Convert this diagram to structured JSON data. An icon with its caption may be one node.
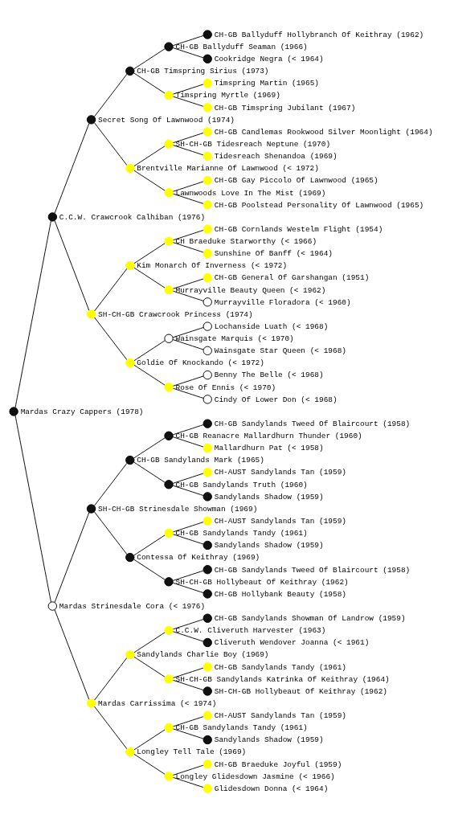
{
  "diagram": {
    "nodes": [
      {
        "text": [],
        "shape": "circle",
        "beside": [
          "CH-GB Ballyduff Hollybranch Of Keithray (1962)"
        ]
      },
      {
        "text": [],
        "shape": "circle",
        "beside": [
          "CH-GB Ballyduff Seaman (1966)"
        ]
      },
      {
        "text": [],
        "shape": "circle",
        "beside": [
          "Cookridge Negra (< 1964)"
        ]
      },
      {
        "text": [],
        "shape": "circle",
        "beside": [
          "CH-GB Timspring Sirius (1973)"
        ]
      },
      {
        "text": [],
        "shape": "circle",
        "beside": [
          "Timspring Martin (1965)"
        ]
      },
      {
        "text": [],
        "shape": "circle",
        "beside": [
          "Timspring Myrtle (1969)"
        ]
      },
      {
        "text": [],
        "shape": "circle",
        "beside": [
          "CH-GB Timspring Jubilant (1967)"
        ]
      },
      {
        "text": [],
        "shape": "circle",
        "beside": [
          "Secret Song Of Lawnwood (1974)"
        ]
      },
      {
        "text": [],
        "shape": "circle",
        "beside": [
          "CH-GB Candlemas Rookwood Silver Moonlight (1964)"
        ]
      },
      {
        "text": [],
        "shape": "circle",
        "beside": [
          "SH-CH-GB Tidesreach Neptune (1970)"
        ]
      },
      {
        "text": [],
        "shape": "circle",
        "beside": [
          "Tidesreach Shenandoa (1969)"
        ]
      },
      {
        "text": [],
        "shape": "circle",
        "beside": [
          "Brentville Marianne Of Lawnwood (< 1972)"
        ]
      },
      {
        "text": [],
        "shape": "circle",
        "beside": [
          "CH-GB Gay Piccolo Of Lawnwood (1965)"
        ]
      },
      {
        "text": [],
        "shape": "circle",
        "beside": [
          "Lawnwoods Love In The Mist (1969)"
        ]
      },
      {
        "text": [],
        "shape": "circle",
        "beside": [
          "CH-GB Poolstead Personality Of Lawnwood (1965)"
        ]
      },
      {
        "text": [],
        "shape": "circle",
        "beside": [
          "C.C.W. Crawcrook Calhiban (1976)"
        ]
      },
      {
        "text": [],
        "shape": "circle",
        "beside": [
          "CH-GB Cornlands Westelm Flight (1954)"
        ]
      },
      {
        "text": [],
        "shape": "circle",
        "beside": [
          "CH Braeduke Starworthy (< 1966)"
        ]
      },
      {
        "text": [],
        "shape": "circle",
        "beside": [
          "Sunshine Of Banff (< 1964)"
        ]
      },
      {
        "text": [],
        "shape": "circle",
        "beside": [
          "Kim Monarch Of Inverness (< 1972)"
        ]
      },
      {
        "text": [],
        "shape": "circle",
        "beside": [
          "CH-GB General Of Garshangan (1951)"
        ]
      },
      {
        "text": [],
        "shape": "circle",
        "beside": [
          "Murrayville Beauty Queen (< 1962)"
        ]
      },
      {
        "text": [],
        "shape": "circle",
        "beside": [
          "Murrayville Floradora (< 1960)"
        ]
      },
      {
        "text": [],
        "shape": "circle",
        "beside": [
          "SH-CH-GB Crawcrook Princess (1974)"
        ]
      },
      {
        "text": [],
        "shape": "circle",
        "beside": [
          "Lochanside Luath (< 1968)"
        ]
      },
      {
        "text": [],
        "shape": "circle",
        "beside": [
          "Wainsgate Marquis (< 1970)"
        ]
      },
      {
        "text": [],
        "shape": "circle",
        "beside": [
          "Wainsgate Star Queen (< 1968)"
        ]
      },
      {
        "text": [],
        "shape": "circle",
        "beside": [
          "Goldie Of Knockando (< 1972)"
        ]
      },
      {
        "text": [],
        "shape": "circle",
        "beside": [
          "Benny The Belle (< 1968)"
        ]
      },
      {
        "text": [],
        "shape": "circle",
        "beside": [
          "Rose Of Ennis (< 1970)"
        ]
      },
      {
        "text": [],
        "shape": "circle",
        "beside": [
          "Cindy Of Lower Don (< 1968)"
        ]
      },
      {
        "text": [],
        "shape": "circle",
        "beside": [
          "Mardas Crazy Cappers (1978)"
        ]
      },
      {
        "text": [],
        "shape": "circle",
        "beside": [
          "CH-GB Sandylands Tweed Of Blaircourt (1958)"
        ]
      },
      {
        "text": [],
        "shape": "circle",
        "beside": [
          "CH-GB Reanacre Mallardhurn Thunder (1960)"
        ]
      },
      {
        "text": [],
        "shape": "circle",
        "beside": [
          "Mallardhurn Pat (< 1958)"
        ]
      },
      {
        "text": [],
        "shape": "circle",
        "beside": [
          "CH-GB Sandylands Mark (1965)"
        ]
      },
      {
        "text": [],
        "shape": "circle",
        "beside": [
          "CH-AUST Sandylands Tan (1959)"
        ]
      },
      {
        "text": [],
        "shape": "circle",
        "beside": [
          "CH-GB Sandylands Truth (1960)"
        ]
      },
      {
        "text": [],
        "shape": "circle",
        "beside": [
          "Sandylands Shadow (1959)"
        ]
      },
      {
        "text": [],
        "shape": "circle",
        "beside": [
          "SH-CH-GB Strinesdale Showman (1969)"
        ]
      },
      {
        "text": [],
        "shape": "circle",
        "beside": [
          "CH-AUST Sandylands Tan (1959)"
        ]
      },
      {
        "text": [],
        "shape": "circle",
        "beside": [
          "CH-GB Sandylands Tandy (1961)"
        ]
      },
      {
        "text": [],
        "shape": "circle",
        "beside": [
          "Sandylands Shadow (1959)"
        ]
      },
      {
        "text": [],
        "shape": "circle",
        "beside": [
          "Contessa Of Keithray (1969)"
        ]
      },
      {
        "text": [],
        "shape": "circle",
        "beside": [
          "CH-GB Sandylands Tweed Of Blaircourt (1958)"
        ]
      },
      {
        "text": [],
        "shape": "circle",
        "beside": [
          "SH-CH-GB Hollybeaut Of Keithray (1962)"
        ]
      },
      {
        "text": [],
        "shape": "circle",
        "beside": [
          "CH-GB Hollybank Beauty (1958)"
        ]
      },
      {
        "text": [],
        "shape": "circle",
        "beside": [
          "Mardas Strinesdale Cora (< 1976)"
        ]
      },
      {
        "text": [],
        "shape": "circle",
        "beside": [
          "CH-GB Sandylands Showman Of Landrow (1959)"
        ]
      },
      {
        "text": [],
        "shape": "circle",
        "beside": [
          "C.C.W. Cliveruth Harvester (1963)"
        ]
      },
      {
        "text": [],
        "shape": "circle",
        "beside": [
          "Cliveruth Wendover Joanna (< 1961)"
        ]
      },
      {
        "text": [],
        "shape": "circle",
        "beside": [
          "Sandylands Charlie Boy (1969)"
        ]
      },
      {
        "text": [],
        "shape": "circle",
        "beside": [
          "CH-GB Sandylands Tandy (1961)"
        ]
      },
      {
        "text": [],
        "shape": "circle",
        "beside": [
          "SH-CH-GB Sandylands Katrinka Of Keithray (1964)"
        ]
      },
      {
        "text": [],
        "shape": "circle",
        "beside": [
          "SH-CH-GB Hollybeaut Of Keithray (1962)"
        ]
      },
      {
        "text": [],
        "shape": "circle",
        "beside": [
          "Mardas Carrissima (< 1974)"
        ]
      },
      {
        "text": [],
        "shape": "circle",
        "beside": [
          "CH-AUST Sandylands Tan (1959)"
        ]
      },
      {
        "text": [],
        "shape": "circle",
        "beside": [
          "CH-GB Sandylands Tandy (1961)"
        ]
      },
      {
        "text": [],
        "shape": "circle",
        "beside": [
          "Sandylands Shadow (1959)"
        ]
      },
      {
        "text": [],
        "shape": "circle",
        "beside": [
          "Longley Tell Tale (1969)"
        ]
      },
      {
        "text": [],
        "shape": "circle",
        "beside": [
          "CH-GB Braeduke Joyful (1959)"
        ]
      },
      {
        "text": [],
        "shape": "circle",
        "beside": [
          "Longley Glidesdown Jasmine (< 1966)"
        ]
      },
      {
        "text": [],
        "shape": "circle",
        "beside": [
          "Glidesdown Donna (< 1964)"
        ]
      }
    ],
    "edges": [
      {
        "from": 31,
        "to": 15,
        "arrow": "none"
      },
      {
        "from": 31,
        "to": 47,
        "arrow": "none"
      },
      {
        "from": 15,
        "to": 7,
        "arrow": "none"
      },
      {
        "from": 15,
        "to": 23,
        "arrow": "none"
      },
      {
        "from": 47,
        "to": 39,
        "arrow": "none"
      },
      {
        "from": 47,
        "to": 55,
        "arrow": "none"
      },
      {
        "from": 7,
        "to": 3,
        "arrow": "none"
      },
      {
        "from": 7,
        "to": 11,
        "arrow": "none"
      },
      {
        "from": 23,
        "to": 19,
        "arrow": "none"
      },
      {
        "from": 23,
        "to": 27,
        "arrow": "none"
      },
      {
        "from": 39,
        "to": 35,
        "arrow": "none"
      },
      {
        "from": 39,
        "to": 43,
        "arrow": "none"
      },
      {
        "from": 55,
        "to": 51,
        "arrow": "none"
      },
      {
        "from": 55,
        "to": 59,
        "arrow": "none"
      },
      {
        "from": 3,
        "to": 1,
        "arrow": "none"
      },
      {
        "from": 3,
        "to": 5,
        "arrow": "none"
      },
      {
        "from": 11,
        "to": 9,
        "arrow": "none"
      },
      {
        "from": 11,
        "to": 13,
        "arrow": "none"
      },
      {
        "from": 19,
        "to": 17,
        "arrow": "none"
      },
      {
        "from": 19,
        "to": 21,
        "arrow": "none"
      },
      {
        "from": 27,
        "to": 25,
        "arrow": "none"
      },
      {
        "from": 27,
        "to": 29,
        "arrow": "none"
      },
      {
        "from": 35,
        "to": 33,
        "arrow": "none"
      },
      {
        "from": 35,
        "to": 37,
        "arrow": "none"
      },
      {
        "from": 43,
        "to": 41,
        "arrow": "none"
      },
      {
        "from": 43,
        "to": 45,
        "arrow": "none"
      },
      {
        "from": 51,
        "to": 49,
        "arrow": "none"
      },
      {
        "from": 51,
        "to": 53,
        "arrow": "none"
      },
      {
        "from": 59,
        "to": 57,
        "arrow": "none"
      },
      {
        "from": 59,
        "to": 61,
        "arrow": "none"
      },
      {
        "from": 1,
        "to": 0,
        "arrow": "none"
      },
      {
        "from": 1,
        "to": 2,
        "arrow": "none"
      },
      {
        "from": 5,
        "to": 4,
        "arrow": "none"
      },
      {
        "from": 5,
        "to": 6,
        "arrow": "none"
      },
      {
        "from": 9,
        "to": 8,
        "arrow": "none"
      },
      {
        "from": 9,
        "to": 10,
        "arrow": "none"
      },
      {
        "from": 13,
        "to": 12,
        "arrow": "none"
      },
      {
        "from": 13,
        "to": 14,
        "arrow": "none"
      },
      {
        "from": 17,
        "to": 16,
        "arrow": "none"
      },
      {
        "from": 17,
        "to": 18,
        "arrow": "none"
      },
      {
        "from": 21,
        "to": 20,
        "arrow": "none"
      },
      {
        "from": 21,
        "to": 22,
        "arrow": "none"
      },
      {
        "from": 25,
        "to": 24,
        "arrow": "none"
      },
      {
        "from": 25,
        "to": 26,
        "arrow": "none"
      },
      {
        "from": 29,
        "to": 28,
        "arrow": "none"
      },
      {
        "from": 29,
        "to": 30,
        "arrow": "none"
      },
      {
        "from": 33,
        "to": 32,
        "arrow": "none"
      },
      {
        "from": 33,
        "to": 34,
        "arrow": "none"
      },
      {
        "from": 37,
        "to": 36,
        "arrow": "none"
      },
      {
        "from": 37,
        "to": 38,
        "arrow": "none"
      },
      {
        "from": 41,
        "to": 40,
        "arrow": "none"
      },
      {
        "from": 41,
        "to": 42,
        "arrow": "none"
      },
      {
        "from": 45,
        "to": 44,
        "arrow": "none"
      },
      {
        "from": 45,
        "to": 46,
        "arrow": "none"
      },
      {
        "from": 49,
        "to": 48,
        "arrow": "none"
      },
      {
        "from": 49,
        "to": 50,
        "arrow": "none"
      },
      {
        "from": 53,
        "to": 52,
        "arrow": "none"
      },
      {
        "from": 53,
        "to": 54,
        "arrow": "none"
      },
      {
        "from": 57,
        "to": 56,
        "arrow": "none"
      },
      {
        "from": 57,
        "to": 58,
        "arrow": "none"
      },
      {
        "from": 61,
        "to": 60,
        "arrow": "none"
      },
      {
        "from": 61,
        "to": 62,
        "arrow": "none"
      }
    ]
  }
}
